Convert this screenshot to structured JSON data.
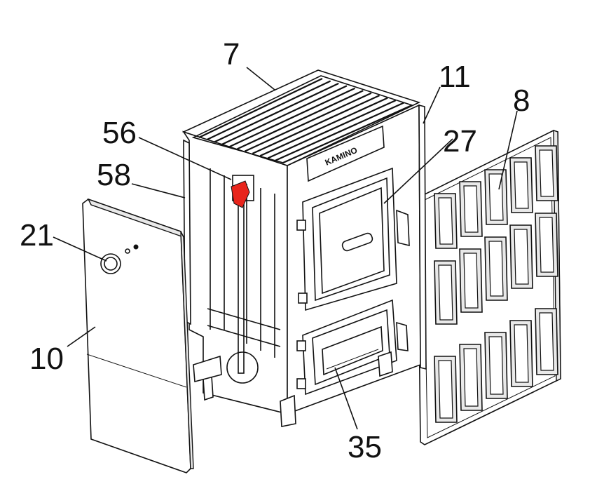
{
  "diagram": {
    "brand_label": "KAMINO",
    "highlight_color": "#e8251c",
    "line_color": "#111111",
    "callouts": [
      {
        "id": "7",
        "label": "7",
        "part": "top-grate"
      },
      {
        "id": "11",
        "label": "11",
        "part": "right-frame"
      },
      {
        "id": "8",
        "label": "8",
        "part": "right-side-panel"
      },
      {
        "id": "27",
        "label": "27",
        "part": "upper-door"
      },
      {
        "id": "56",
        "label": "56",
        "part": "highlighted-part"
      },
      {
        "id": "58",
        "label": "58",
        "part": "left-frame"
      },
      {
        "id": "21",
        "label": "21",
        "part": "control-knob"
      },
      {
        "id": "10",
        "label": "10",
        "part": "left-side-panel"
      },
      {
        "id": "35",
        "label": "35",
        "part": "lower-door"
      }
    ]
  }
}
